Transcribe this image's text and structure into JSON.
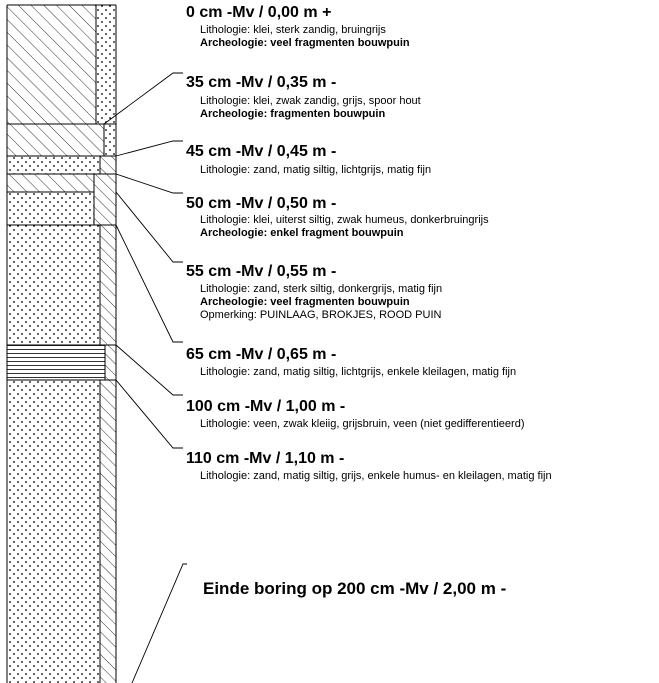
{
  "layers": [
    {
      "depth": "0 cm -Mv / 0,00 m +",
      "lithologie": "Lithologie: klei, sterk zandig, bruingrijs",
      "archeologie": "Archeologie: veel fragmenten bouwpuin",
      "opmerking": null,
      "pattern": "klei"
    },
    {
      "depth": "35 cm -Mv / 0,35 m -",
      "lithologie": "Lithologie: klei, zwak zandig, grijs, spoor hout",
      "archeologie": "Archeologie: fragmenten bouwpuin",
      "opmerking": null,
      "pattern": "klei"
    },
    {
      "depth": "45 cm -Mv / 0,45 m -",
      "lithologie": "Lithologie: zand, matig siltig, lichtgrijs, matig fijn",
      "archeologie": null,
      "opmerking": null,
      "pattern": "zand"
    },
    {
      "depth": "50 cm -Mv / 0,50 m -",
      "lithologie": "Lithologie: klei, uiterst siltig, zwak humeus, donkerbruingrijs",
      "archeologie": "Archeologie: enkel fragment bouwpuin",
      "opmerking": null,
      "pattern": "klei"
    },
    {
      "depth": "55 cm -Mv / 0,55 m -",
      "lithologie": "Lithologie: zand, sterk siltig, donkergrijs, matig fijn",
      "archeologie": "Archeologie: veel fragmenten bouwpuin",
      "opmerking": "Opmerking: PUINLAAG, BROKJES, ROOD PUIN",
      "pattern": "zand"
    },
    {
      "depth": "65 cm -Mv / 0,65 m -",
      "lithologie": "Lithologie: zand, matig siltig, lichtgrijs, enkele kleilagen, matig fijn",
      "archeologie": null,
      "opmerking": null,
      "pattern": "zand"
    },
    {
      "depth": "100 cm -Mv / 1,00 m -",
      "lithologie": "Lithologie: veen, zwak kleiig, grijsbruin, veen (niet gedifferentieerd)",
      "archeologie": null,
      "opmerking": null,
      "pattern": "veen"
    },
    {
      "depth": "110 cm -Mv / 1,10 m -",
      "lithologie": "Lithologie: zand, matig siltig, grijs, enkele humus- en kleilagen, matig fijn",
      "archeologie": null,
      "opmerking": null,
      "pattern": "zand"
    }
  ],
  "end_label": "Einde boring op 200 cm -Mv / 2,00 m -"
}
